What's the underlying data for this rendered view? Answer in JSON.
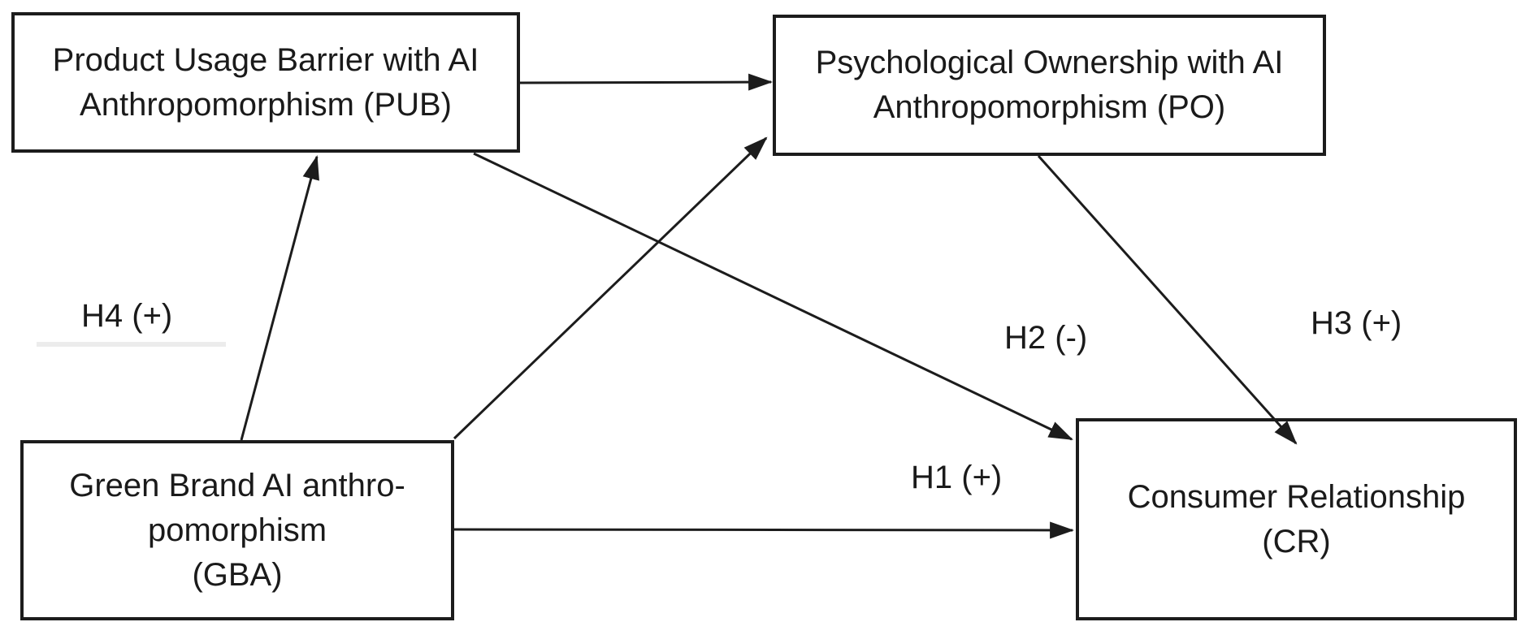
{
  "diagram": {
    "type": "conceptual-model",
    "background_color": "#ffffff",
    "line_color": "#1c1c1c",
    "text_color": "#1a1a1a",
    "nodes": [
      {
        "id": "pub",
        "abbr": "PUB",
        "lines": [
          "Product Usage Barrier with AI",
          "Anthropomorphism (PUB)"
        ]
      },
      {
        "id": "po",
        "abbr": "PO",
        "lines": [
          "Psychological Ownership with AI",
          "Anthropomorphism (PO)"
        ]
      },
      {
        "id": "gba",
        "abbr": "GBA",
        "lines": [
          "Green Brand AI anthro-",
          "pomorphism",
          "(GBA)"
        ]
      },
      {
        "id": "cr",
        "abbr": "CR",
        "lines": [
          "Consumer Relationship",
          "(CR)"
        ]
      }
    ],
    "labels": {
      "h1": "H1 (+)",
      "h2": "H2 (-)",
      "h3": "H3 (+)",
      "h4": "H4 (+)"
    },
    "edges": [
      {
        "from": "GBA",
        "to": "CR",
        "label": "H1 (+)"
      },
      {
        "from": "PUB",
        "to": "CR",
        "label": "H2 (-)"
      },
      {
        "from": "PO",
        "to": "CR",
        "label": "H3 (+)"
      },
      {
        "from": "GBA",
        "to": "PUB",
        "label": "H4 (+)"
      },
      {
        "from": "GBA",
        "to": "PO",
        "label": ""
      },
      {
        "from": "PUB",
        "to": "PO",
        "label": ""
      }
    ]
  }
}
